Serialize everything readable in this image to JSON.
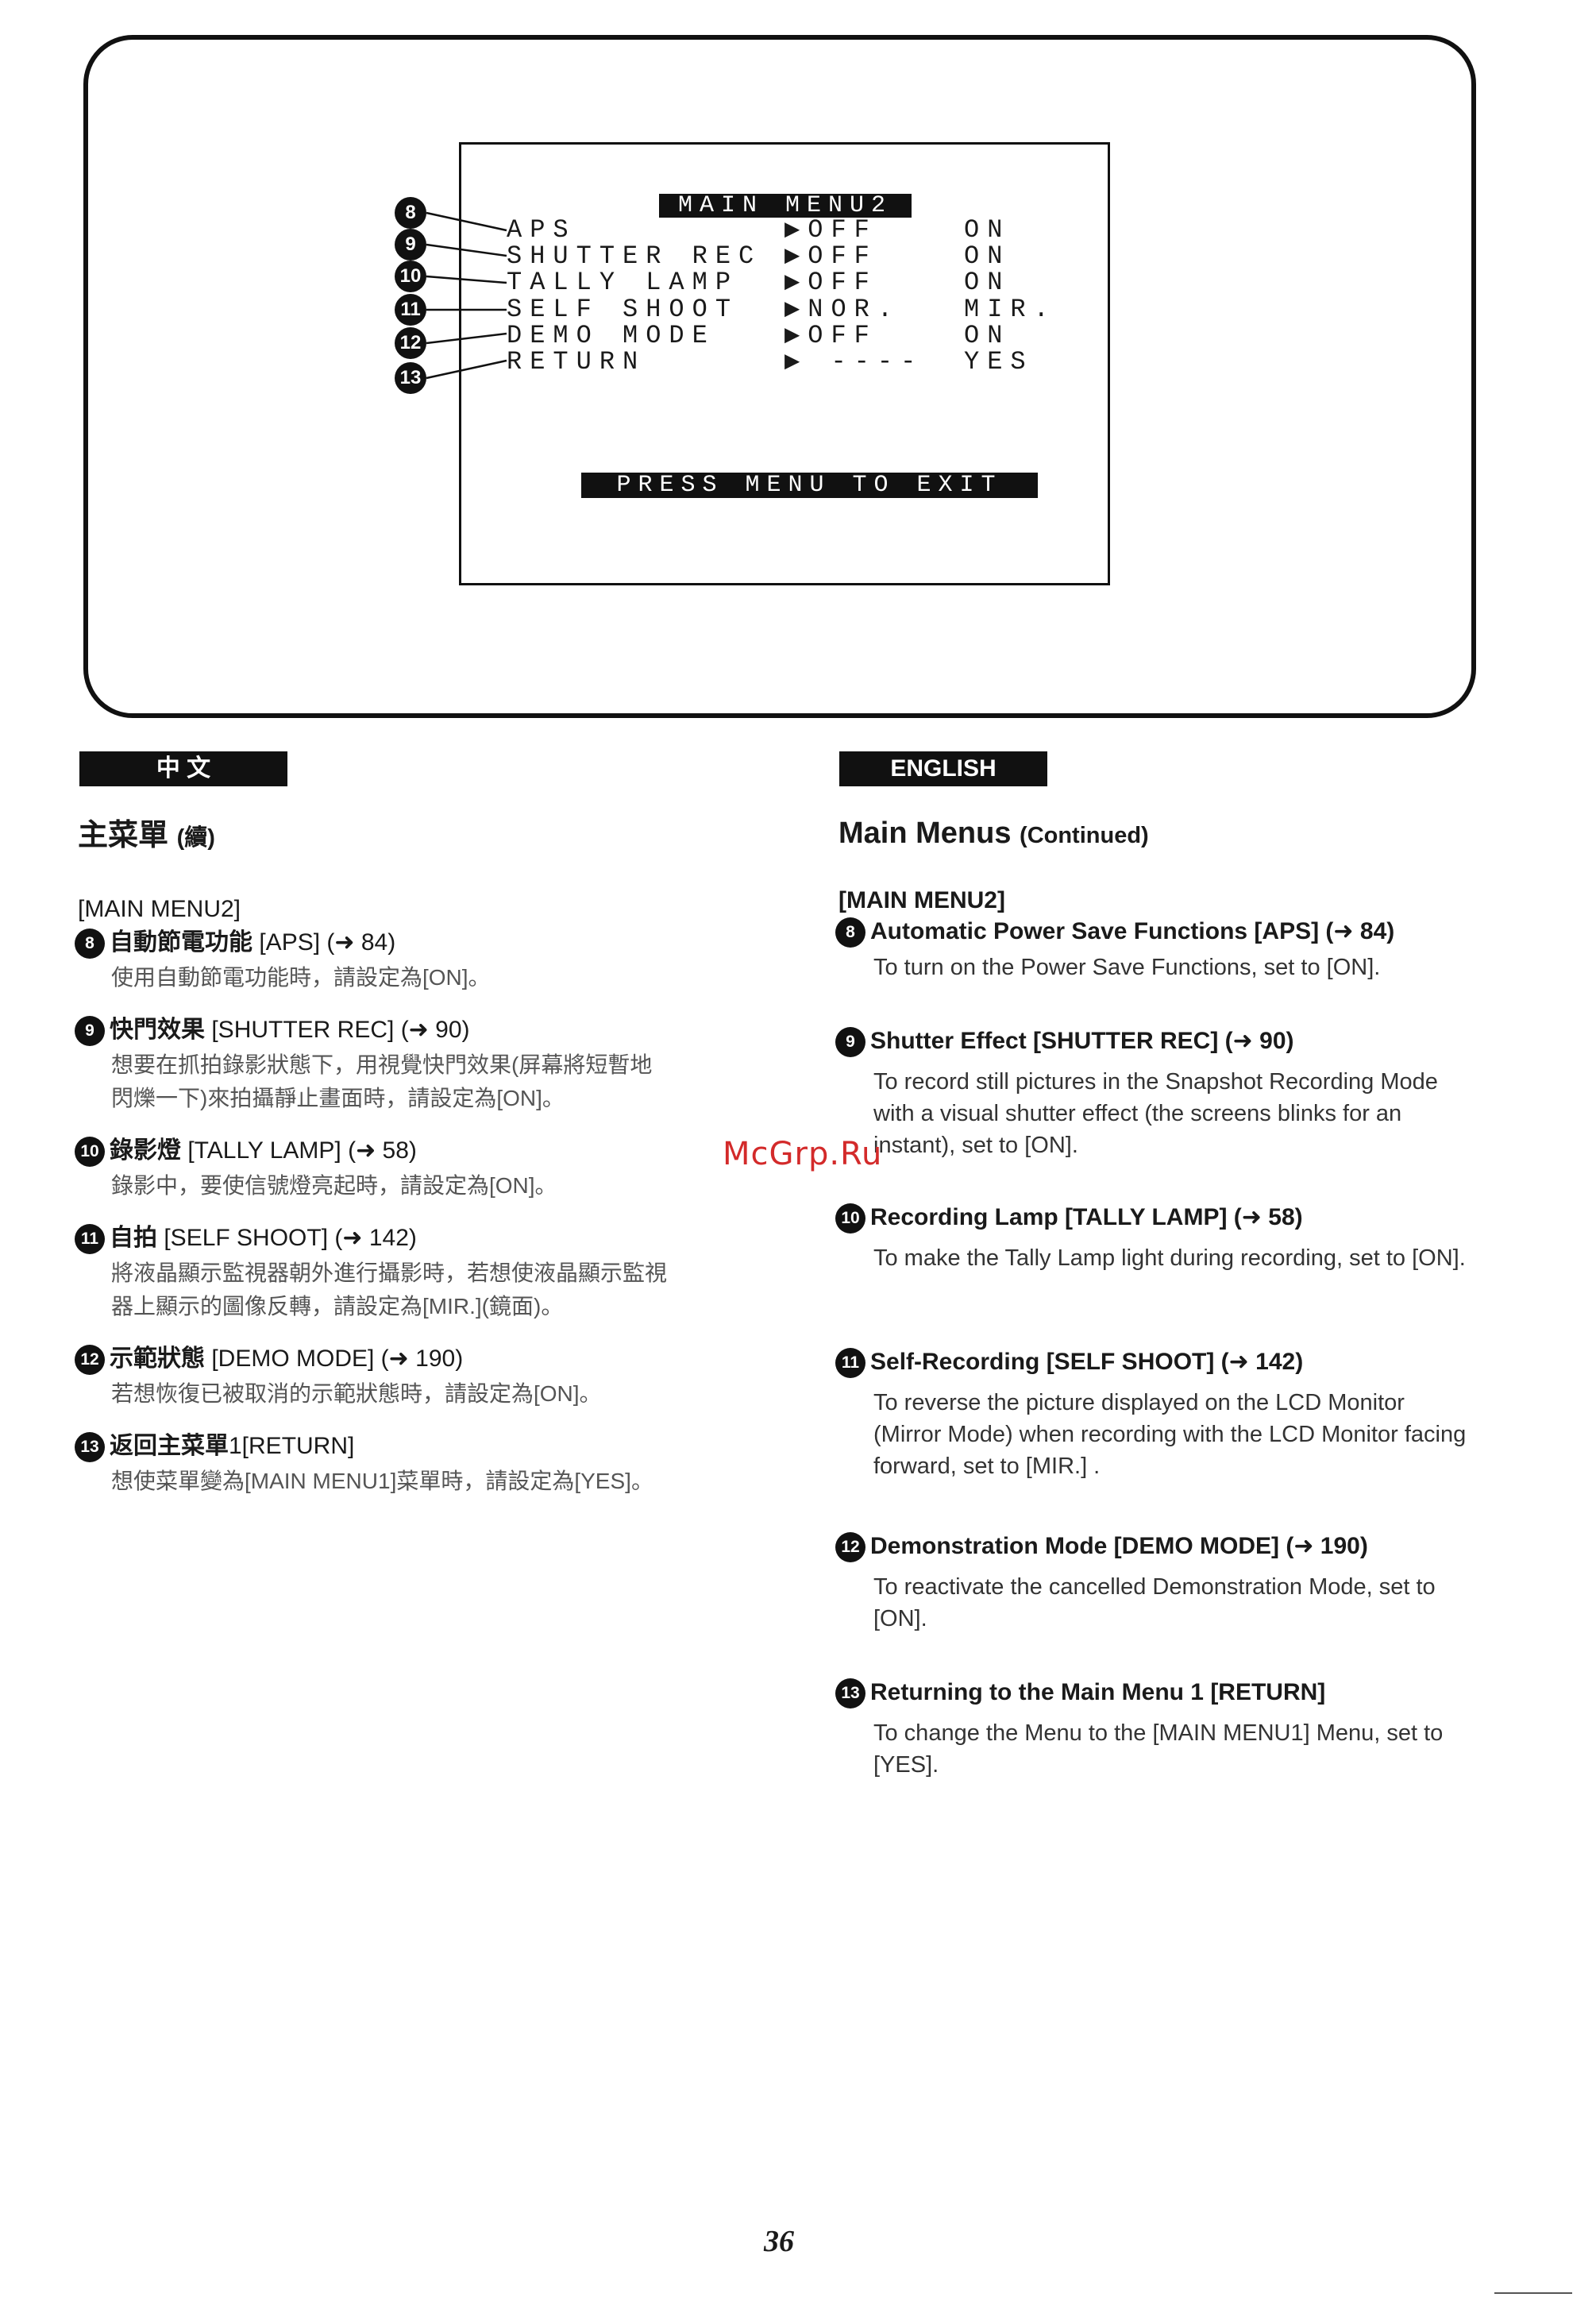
{
  "menu_screen": {
    "title": "MAIN MENU2",
    "rows": [
      {
        "label": "APS",
        "current": "▶OFF",
        "alt": "ON"
      },
      {
        "label": "SHUTTER REC",
        "current": "▶OFF",
        "alt": "ON"
      },
      {
        "label": "TALLY LAMP",
        "current": "▶OFF",
        "alt": "ON"
      },
      {
        "label": "SELF SHOOT",
        "current": "▶NOR.",
        "alt": "MIR."
      },
      {
        "label": "DEMO MODE",
        "current": "▶OFF",
        "alt": "ON"
      },
      {
        "label": "RETURN",
        "current": "▶ ----",
        "alt": "YES"
      }
    ],
    "press_exit": "PRESS MENU TO EXIT",
    "callouts": [
      "8",
      "9",
      "10",
      "11",
      "12",
      "13"
    ]
  },
  "chinese": {
    "tag": "中 文",
    "heading": "主菜單",
    "heading_suffix": "(續)",
    "sub": "[MAIN MENU2]",
    "items": [
      {
        "num": "8",
        "title": "自動節電功能",
        "code": "[APS] (➜ 84)",
        "body": [
          "使用自動節電功能時，請設定為[ON]。"
        ]
      },
      {
        "num": "9",
        "title": "快門效果",
        "code": "[SHUTTER REC] (➜ 90)",
        "body": [
          "想要在抓拍錄影狀態下，用視覺快門效果(屏幕將短暫地",
          "閃爍一下)來拍攝靜止畫面時，請設定為[ON]。"
        ]
      },
      {
        "num": "10",
        "title": "錄影燈",
        "code": "[TALLY LAMP] (➜ 58)",
        "body": [
          "錄影中，要使信號燈亮起時，請設定為[ON]。"
        ]
      },
      {
        "num": "11",
        "title": "自拍",
        "code": "[SELF SHOOT] (➜ 142)",
        "body": [
          "將液晶顯示監視器朝外進行攝影時，若想使液晶顯示監視",
          "器上顯示的圖像反轉，請設定為[MIR.](鏡面)。"
        ]
      },
      {
        "num": "12",
        "title": "示範狀態",
        "code": "[DEMO MODE] (➜ 190)",
        "body": [
          "若想恢復已被取消的示範狀態時，請設定為[ON]。"
        ]
      },
      {
        "num": "13",
        "title": "返回主菜單",
        "code": "1[RETURN]",
        "body": [
          "想使菜單變為[MAIN MENU1]菜單時，請設定為[YES]。"
        ]
      }
    ]
  },
  "english": {
    "tag": "ENGLISH",
    "heading": "Main Menus",
    "heading_suffix": "(Continued)",
    "sub": "[MAIN MENU2]",
    "items": [
      {
        "num": "8",
        "title": "Automatic Power Save Functions [APS] (➜ 84)",
        "body": "To turn on the Power Save Functions, set to [ON]."
      },
      {
        "num": "9",
        "title": "Shutter Effect [SHUTTER REC] (➜ 90)",
        "body": "To record still pictures in the Snapshot Recording Mode with a visual shutter effect (the screens blinks for an instant), set to [ON]."
      },
      {
        "num": "10",
        "title": "Recording Lamp [TALLY LAMP] (➜ 58)",
        "body": "To make the Tally Lamp light during recording, set to [ON]."
      },
      {
        "num": "11",
        "title": "Self-Recording [SELF SHOOT] (➜ 142)",
        "body": "To reverse the picture displayed on the LCD Monitor (Mirror Mode) when recording with the LCD Monitor facing forward, set to [MIR.] ."
      },
      {
        "num": "12",
        "title": "Demonstration Mode [DEMO MODE] (➜ 190)",
        "body": "To reactivate the cancelled Demonstration Mode, set to [ON]."
      },
      {
        "num": "13",
        "title": "Returning to the Main Menu 1 [RETURN]",
        "body": "To change the Menu to the [MAIN MENU1] Menu, set to [YES]."
      }
    ]
  },
  "watermark": "McGrp.Ru",
  "page_number": "36"
}
